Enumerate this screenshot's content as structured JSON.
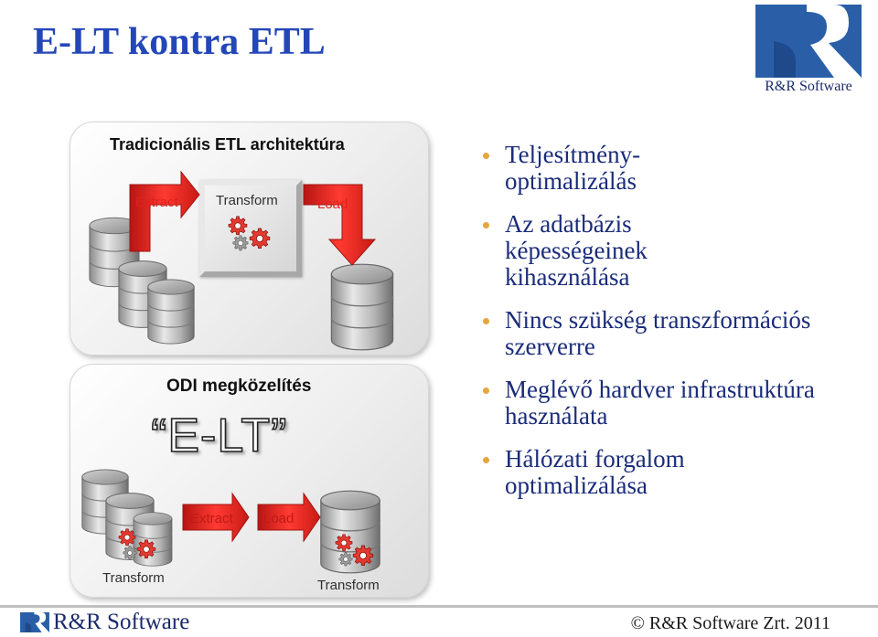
{
  "title": "E-LT kontra ETL",
  "logo": {
    "text": "R&R Software"
  },
  "traditional": {
    "title": "Tradicionális ETL architektúra",
    "extract": "Extract",
    "transform": "Transform",
    "load": "Load"
  },
  "odi": {
    "title": "ODI megközelítés",
    "elt": "“E-LT”",
    "extract": "Extract",
    "load": "Load",
    "transform_left": "Transform",
    "transform_right": "Transform"
  },
  "bullets": [
    "Teljesítmény-optimalizálás",
    "Az adatbázis képességeinek kihasználása",
    "Nincs szükség transzformációs szerverre",
    "Meglévő hardver infrastruktúra használata",
    "Hálózati forgalom optimalizálása"
  ],
  "footer": {
    "logo_text": "R&R Software",
    "copyright": "© R&R Software Zrt. 2011"
  },
  "colors": {
    "title": "#2346b8",
    "arrow_red": "#e0201b",
    "bullet_text": "#1a2c7a",
    "bullet_dot": "#e6a63d",
    "logo_blue": "#2a5fa8"
  }
}
